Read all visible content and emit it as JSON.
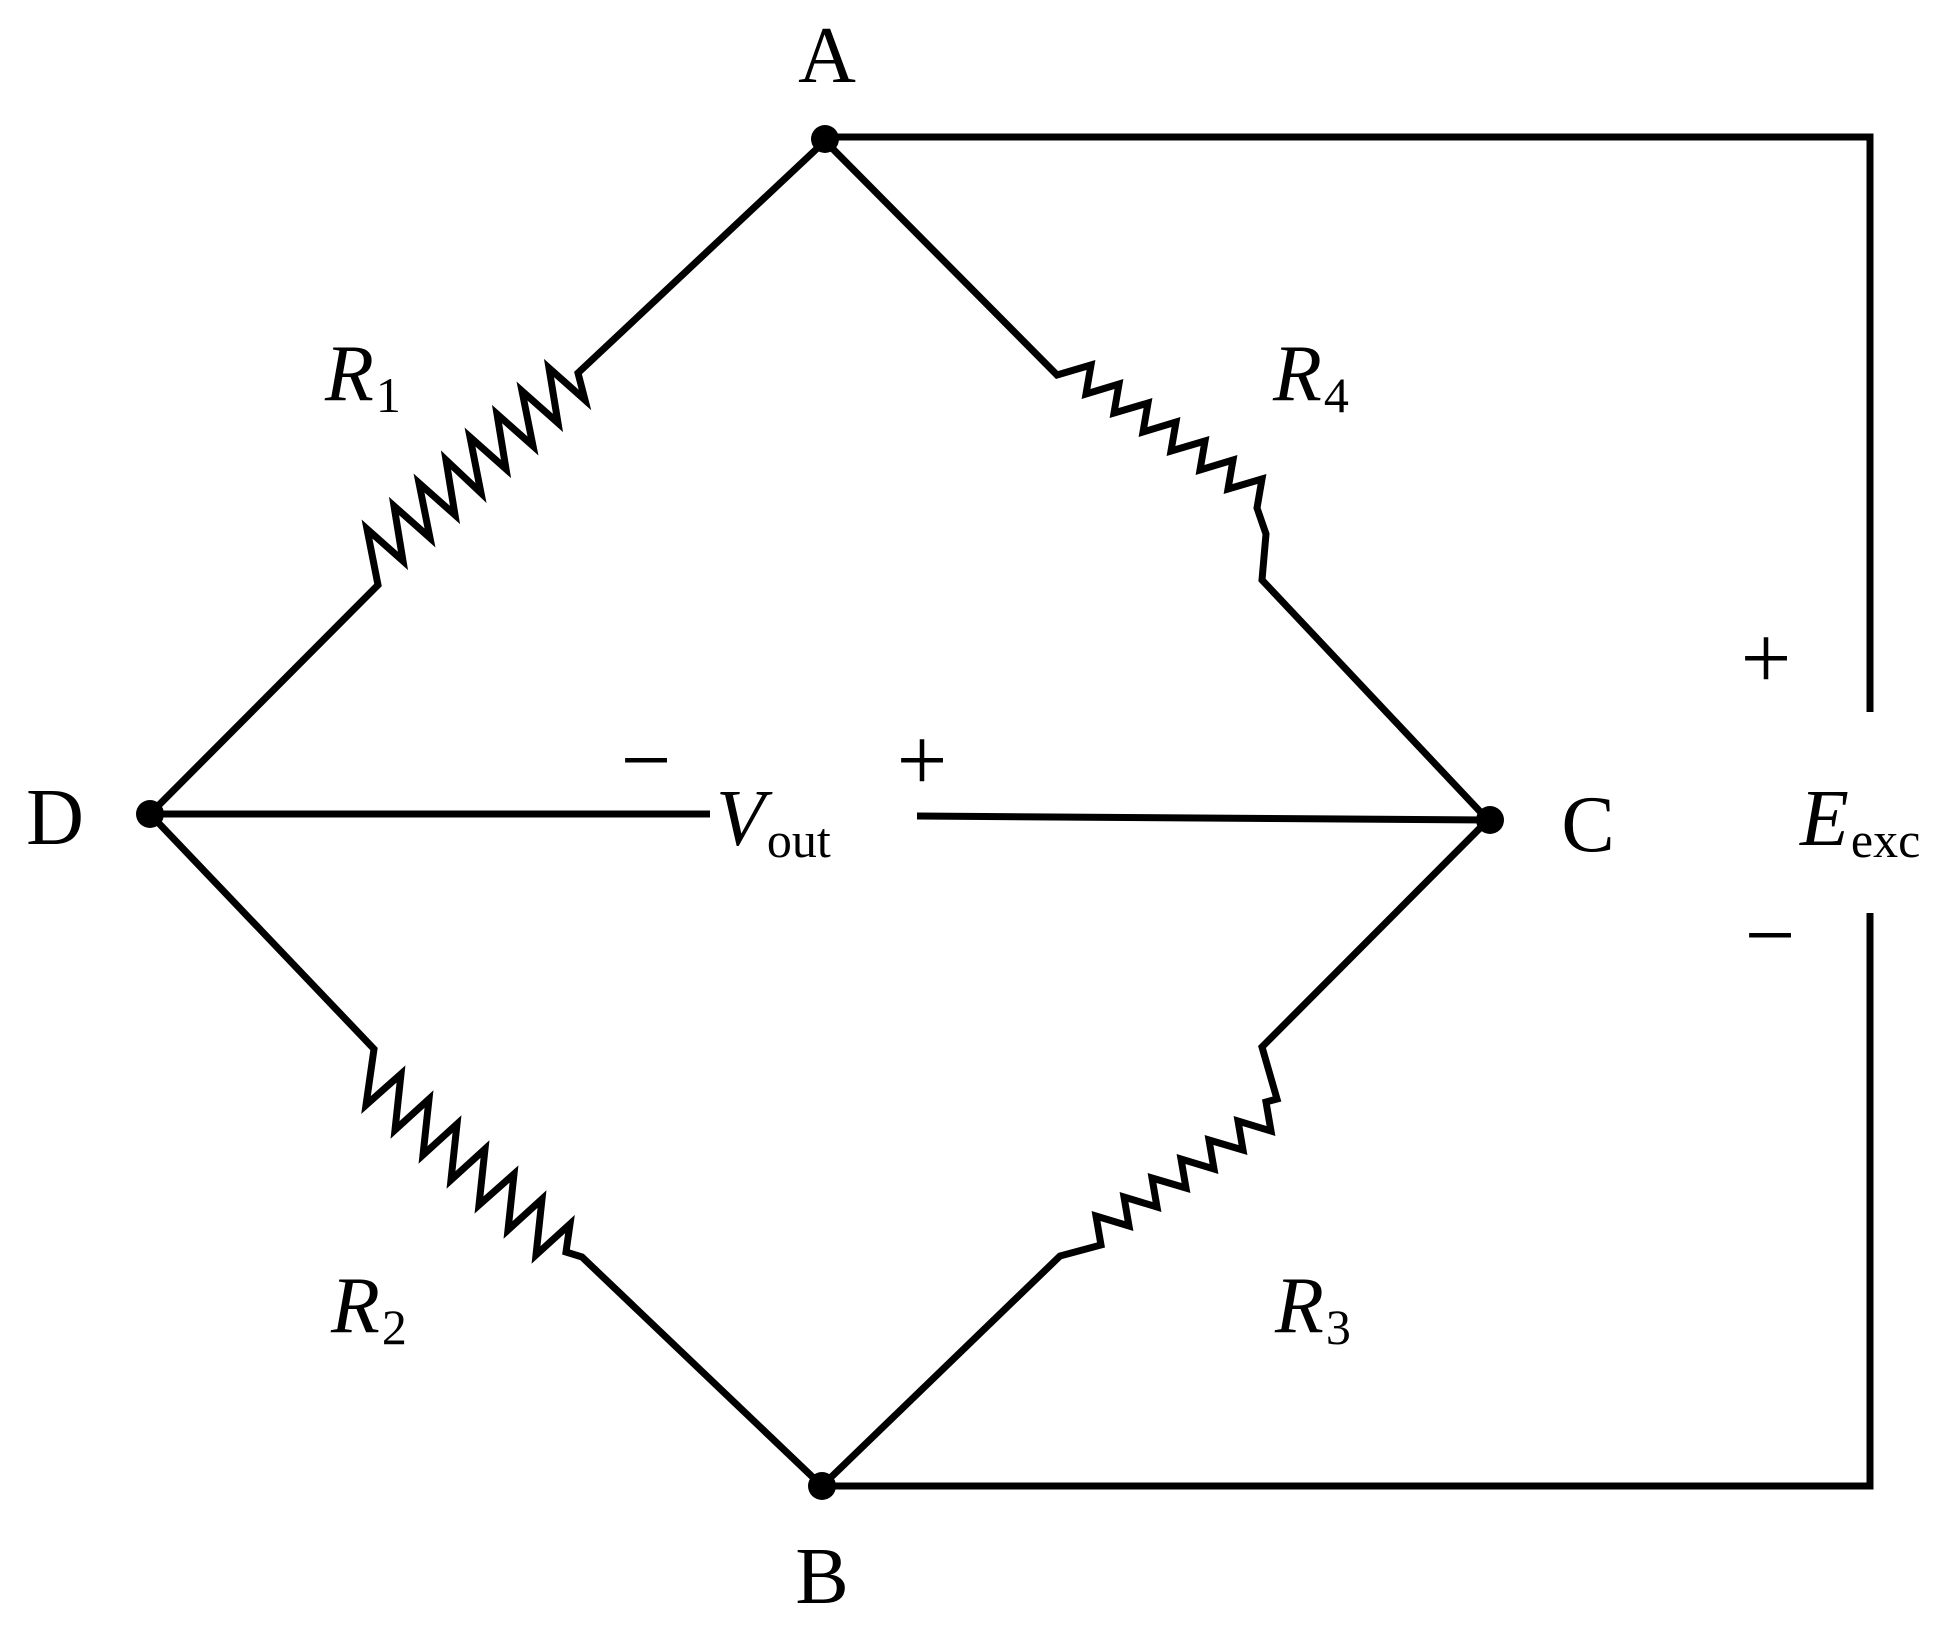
{
  "nodes": {
    "A": "A",
    "B": "B",
    "C": "C",
    "D": "D"
  },
  "resistors": {
    "r1": {
      "symbol": "R",
      "sub": "1"
    },
    "r2": {
      "symbol": "R",
      "sub": "2"
    },
    "r3": {
      "symbol": "R",
      "sub": "3"
    },
    "r4": {
      "symbol": "R",
      "sub": "4"
    }
  },
  "output": {
    "symbol": "V",
    "sub": "out",
    "minus": "−",
    "plus": "+"
  },
  "excitation": {
    "symbol": "E",
    "sub": "exc",
    "plus": "+",
    "minus": "−"
  }
}
